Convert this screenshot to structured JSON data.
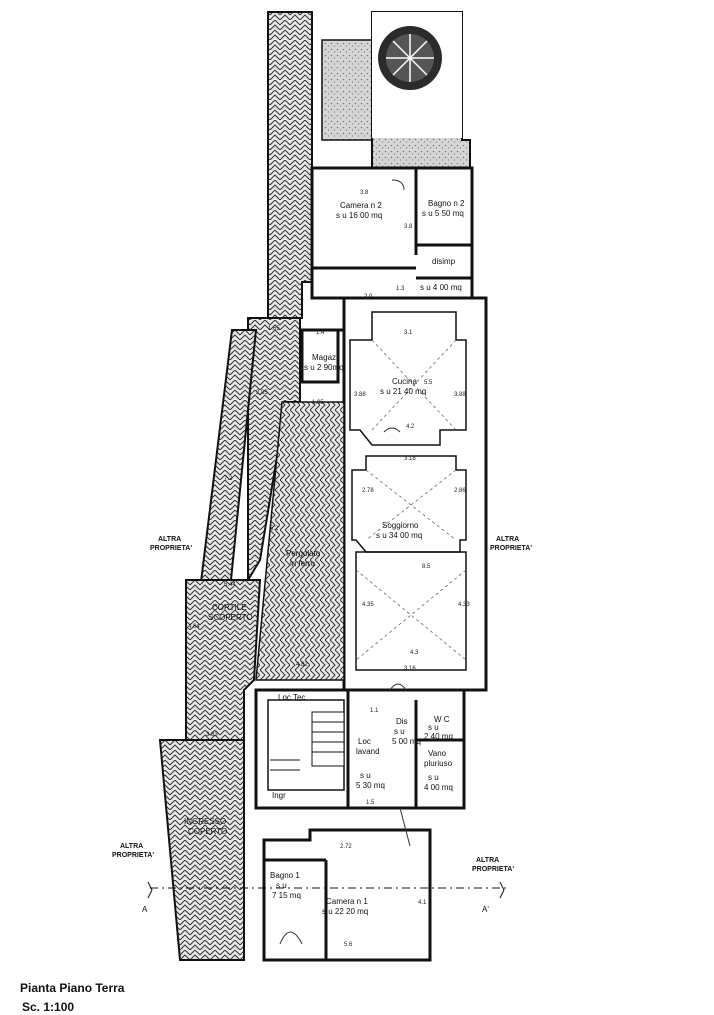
{
  "plan": {
    "title": "Pianta Piano Terra",
    "scale": "Sc. 1:100",
    "section_left": "A",
    "section_right": "A'",
    "neighbor_label": [
      "ALTRA",
      "PROPRIETA'"
    ]
  },
  "rooms": {
    "camera2": {
      "name": "Camera n 2",
      "area": "s u 16 00 mq"
    },
    "bagno2": {
      "name": "Bagno n 2",
      "area": "s u 5 50 mq"
    },
    "disimp": {
      "name": "disimp",
      "area": "s u 4 00 mq"
    },
    "magaz": {
      "name": "Magaz",
      "area": "s u 2 90mq"
    },
    "cucina": {
      "name": "Cucina",
      "area": "s u 21 40 mq"
    },
    "soggiorno": {
      "name": "Soggiorno",
      "area": "s u 34 00 mq"
    },
    "pergolato": {
      "name": "Pergolato",
      "sub": "in ferro"
    },
    "cortile": {
      "name": "CORTILE",
      "sub": "SCOPERTO"
    },
    "loctec": {
      "name": "Loc Tec"
    },
    "ingr": {
      "name": "Ingr"
    },
    "loclavand": {
      "name": "Loc",
      "sub": "lavand",
      "area1": "s u",
      "area2": "5 30 mq"
    },
    "dis": {
      "name": "Dis",
      "area1": "s u",
      "area2": "5 00 mq"
    },
    "wc": {
      "name": "W C",
      "area1": "s u",
      "area2": "2 40 mq"
    },
    "vano": {
      "name": "Vano",
      "sub": "pluriuso",
      "area1": "s u",
      "area2": "4 00 mq"
    },
    "ingresso": {
      "name": "INGRESSO",
      "sub": "COPERTO"
    },
    "bagno1": {
      "name": "Bagno 1",
      "area1": "s u",
      "area2": "7 15 mq"
    },
    "camera1": {
      "name": "Camera n 1",
      "area": "s u 22 20 mq"
    }
  },
  "dims": {
    "d38": "3.8",
    "d38v": "3.8",
    "d13": "1.3",
    "d20": "2.0",
    "d165": "1.65",
    "d14": "1.4",
    "d31": "3.1",
    "d55": "5.5",
    "d388": "3.88",
    "d388b": "3.88",
    "d42": "4.2",
    "d318": "3.18",
    "d278": "2.78",
    "d286": "2.86",
    "d85": "8.5",
    "d435": "4.35",
    "d433": "4.33",
    "d43": "4.3",
    "d316": "3.16",
    "d205": "2.05",
    "d195": "1.95",
    "d72": "7.2",
    "d544": "5.44",
    "d464": "4.64",
    "d383": "3.83",
    "d482": "4.82",
    "d52": "5.2",
    "d11": "1.1",
    "d15": "1.5",
    "d272": "2.72",
    "d41": "4.1",
    "d56": "5.6"
  }
}
